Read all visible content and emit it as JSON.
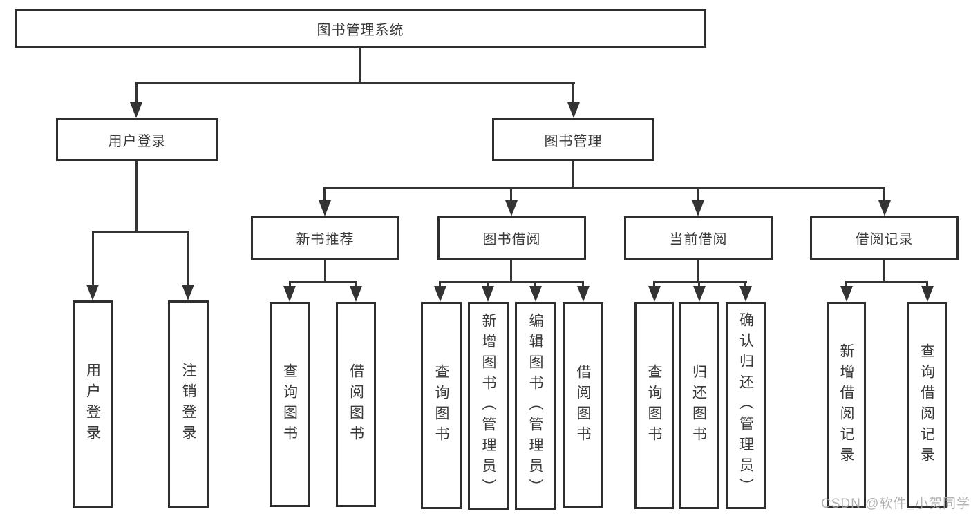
{
  "diagram": {
    "colors": {
      "line": "#333333",
      "border": "#2e2e2e",
      "text": "#3a3a3a",
      "background": "#ffffff",
      "watermark": "#a9a9a9"
    },
    "tree": {
      "label": "图书管理系统",
      "children": [
        {
          "label": "用户登录",
          "children": [
            {
              "label": "用户登录"
            },
            {
              "label": "注销登录"
            }
          ]
        },
        {
          "label": "图书管理",
          "children": [
            {
              "label": "新书推荐",
              "children": [
                {
                  "label": "查询图书"
                },
                {
                  "label": "借阅图书"
                }
              ]
            },
            {
              "label": "图书借阅",
              "children": [
                {
                  "label": "查询图书"
                },
                {
                  "label": "新增图书（管理员）"
                },
                {
                  "label": "编辑图书（管理员）"
                },
                {
                  "label": "借阅图书"
                }
              ]
            },
            {
              "label": "当前借阅",
              "children": [
                {
                  "label": "查询图书"
                },
                {
                  "label": "归还图书"
                },
                {
                  "label": "确认归还（管理员）"
                }
              ]
            },
            {
              "label": "借阅记录",
              "children": [
                {
                  "label": "新增借阅记录"
                },
                {
                  "label": "查询借阅记录"
                }
              ]
            }
          ]
        }
      ]
    }
  },
  "watermark": {
    "text": "CSDN @软件_小贺同学"
  }
}
